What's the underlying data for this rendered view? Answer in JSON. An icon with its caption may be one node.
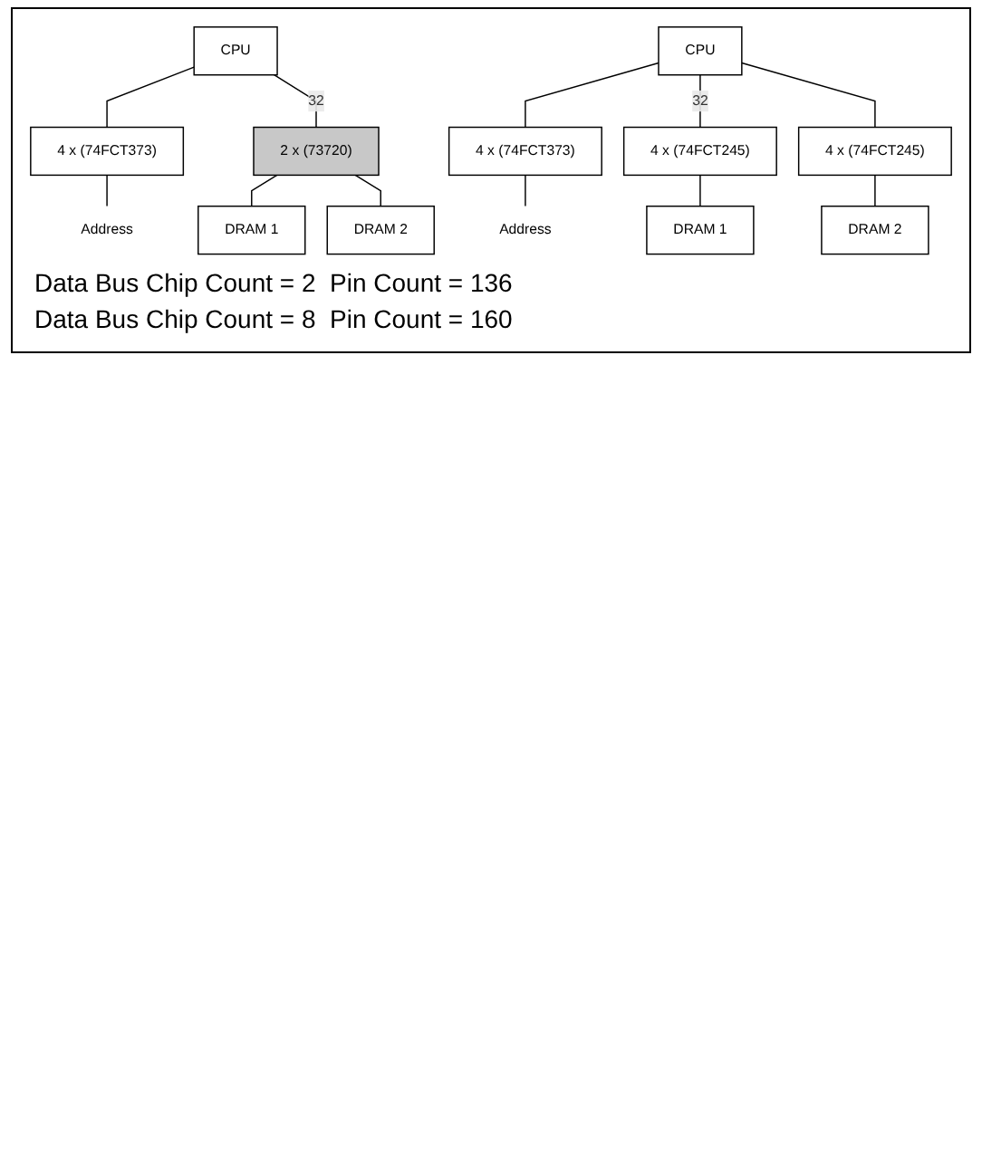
{
  "diagram": {
    "nodes": [
      {
        "text": [
          "CPU"
        ]
      },
      {
        "text": [
          "4 x (74FCT373)"
        ]
      },
      {
        "text": [
          "2 x (73720)"
        ]
      },
      {
        "text": [
          "DRAM 1"
        ]
      },
      {
        "text": [
          "DRAM 2"
        ]
      },
      {
        "text": [
          "Address"
        ]
      },
      {
        "text": [
          "CPU"
        ]
      },
      {
        "text": [
          "4 x (74FCT373)"
        ]
      },
      {
        "text": [
          "4 x (74FCT245)"
        ]
      },
      {
        "text": [
          "4 x (74FCT245)"
        ]
      },
      {
        "text": [
          "DRAM 1"
        ]
      },
      {
        "text": [
          "DRAM 2"
        ]
      },
      {
        "text": [
          "Address"
        ]
      }
    ],
    "edges": [
      {
        "from": 0,
        "to": 1,
        "arrow": "none"
      },
      {
        "from": 0,
        "to": 2,
        "arrow": "none",
        "label": "32"
      },
      {
        "from": 1,
        "to": 5,
        "arrow": "none"
      },
      {
        "from": 2,
        "to": 3,
        "arrow": "none"
      },
      {
        "from": 2,
        "to": 4,
        "arrow": "none"
      },
      {
        "from": 6,
        "to": 7,
        "arrow": "none"
      },
      {
        "from": 6,
        "to": 8,
        "arrow": "none",
        "label": "32"
      },
      {
        "from": 6,
        "to": 9,
        "arrow": "none"
      },
      {
        "from": 7,
        "to": 12,
        "arrow": "none"
      },
      {
        "from": 8,
        "to": 10,
        "arrow": "none"
      },
      {
        "from": 9,
        "to": 11,
        "arrow": "none"
      }
    ],
    "labels": [
      "Data Bus Chip Count = 2  Pin Count = 136",
      "Data Bus Chip Count = 8  Pin Count = 160"
    ]
  }
}
